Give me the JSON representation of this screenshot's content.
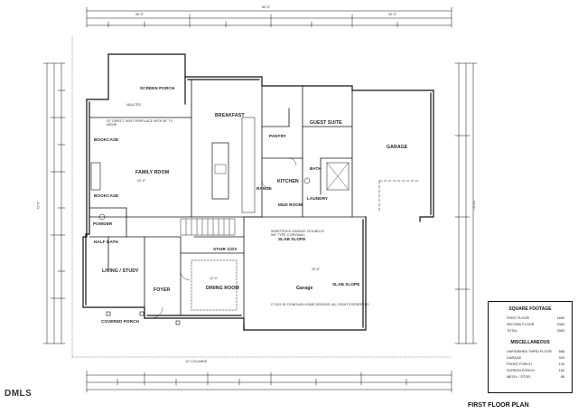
{
  "plan": {
    "title": "FIRST FLOOR PLAN",
    "watermark": "DMLS",
    "rooms": {
      "screen_porch": "SCREEN PORCH",
      "breakfast": "BREAKFAST",
      "guest_suite": "GUEST SUITE",
      "family_room": "FAMILY ROOM",
      "kitchen": "KITCHEN",
      "pantry": "PANTRY",
      "bath": "BATH",
      "mud_room": "MUD ROOM",
      "garage_upper": "GARAGE",
      "garage_lower": "Garage",
      "living_study": "LIVING / STUDY",
      "foyer": "FOYER",
      "dining_room": "DINING ROOM",
      "covered_porch": "COVERED PORCH",
      "powder": "POWDER",
      "half_bath": "HALF BATH",
      "bookcase_1": "BOOKCASE",
      "bookcase_2": "BOOKCASE",
      "range": "RANGE",
      "laundry": "LAUNDRY",
      "slab_1": "SLAB SLOPE",
      "slab_2": "SLAB SLOPE",
      "stair": "STAIR 1/2/3"
    },
    "notes": {
      "vaulted": "VAULTED",
      "fireplace": "42\" DIRECT VENT FIREPLACE WITH 36\" TV NICHE",
      "columns": "10\" COLUMNS",
      "copyright": "© 2021 BY DONOVAN HOME DESIGNS, ALL RIGHTS RESERVED",
      "garage_note": "SHEETROCK GARAGE CEILING AT 5/8\" TYPE X DRYWALL"
    },
    "dimensions": {
      "overall_top": "80'-0\"",
      "top_left": "50'-0\"",
      "top_right": "30'-0\"",
      "family_room": "20'-0\"",
      "dining": "12'-0\"",
      "garage_depth": "23'-0\"",
      "overall_left": "72'-0\"",
      "overall_right": "57'-0\""
    },
    "square_footage": {
      "heading": "SQUARE FOOTAGE",
      "rows": [
        {
          "label": "FIRST FLOOR",
          "value": "1899"
        },
        {
          "label": "SECOND FLOOR",
          "value": "2064"
        },
        {
          "label": "TOTAL",
          "value": "3963"
        }
      ]
    },
    "miscellaneous": {
      "heading": "MISCELLANEOUS",
      "rows": [
        {
          "label": "UNFINISHED THIRD FLOOR",
          "value": "568"
        },
        {
          "label": "GARAGE",
          "value": "929"
        },
        {
          "label": "FRONT PORCH",
          "value": "130"
        },
        {
          "label": "SCREEN PORCH",
          "value": "182"
        },
        {
          "label": "MECH. / STOR.",
          "value": "68"
        }
      ]
    }
  }
}
